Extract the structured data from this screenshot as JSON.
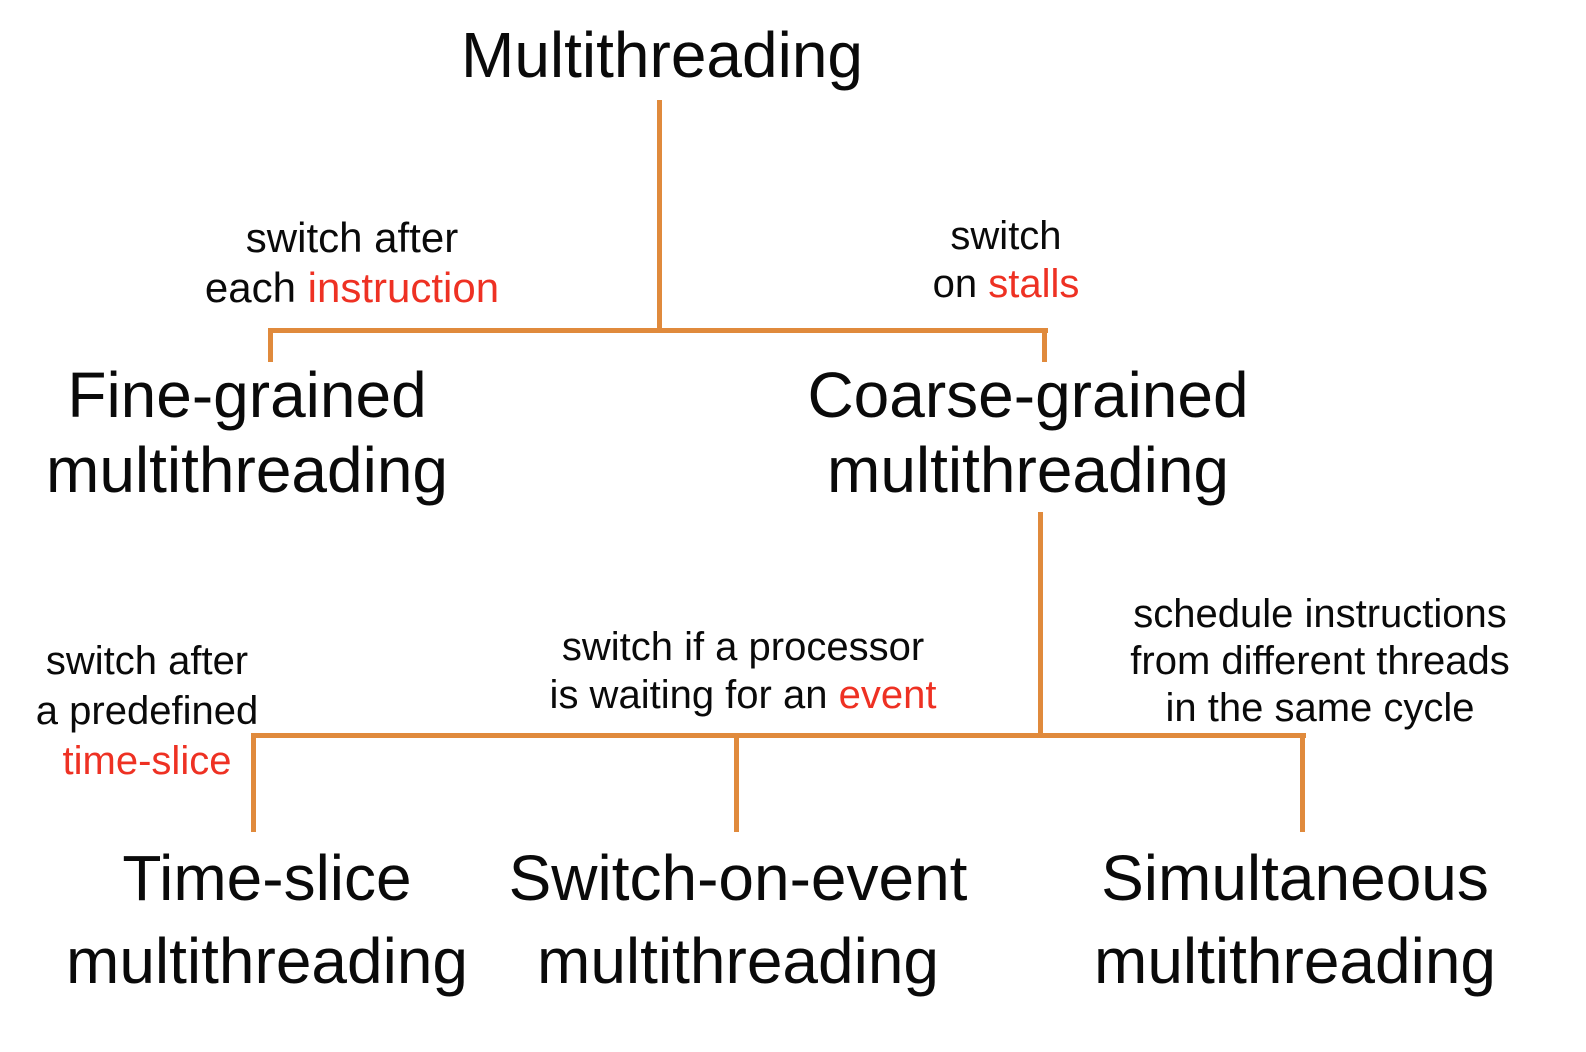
{
  "colors": {
    "background": "#FFFFFF",
    "connector": "#E08A3C",
    "text": "#0A0A0A",
    "emphasis": "#EE3123"
  },
  "root": {
    "label": "Multithreading"
  },
  "nodes": {
    "fine": {
      "line1": "Fine-grained",
      "line2": "multithreading"
    },
    "coarse": {
      "line1": "Coarse-grained",
      "line2": "multithreading"
    },
    "time_slice": {
      "line1": "Time-slice",
      "line2": "multithreading"
    },
    "switch_on_event": {
      "line1": "Switch-on-event",
      "line2": "multithreading"
    },
    "simultaneous": {
      "line1": "Simultaneous",
      "line2": "multithreading"
    }
  },
  "edge_labels": {
    "fine": {
      "line1": "switch after",
      "line2_prefix": "each ",
      "line2_emphasis": "instruction"
    },
    "coarse": {
      "line1": "switch",
      "line2_prefix": "on ",
      "line2_emphasis": "stalls"
    },
    "time_slice": {
      "line1": "switch after",
      "line2": "a predefined",
      "line3_emphasis": "time-slice"
    },
    "switch_on_event": {
      "line1": "switch if a processor",
      "line2_prefix": "is waiting for an ",
      "line2_emphasis": "event"
    },
    "simultaneous": {
      "line1": "schedule instructions",
      "line2": "from different threads",
      "line3": "in the same cycle"
    }
  }
}
